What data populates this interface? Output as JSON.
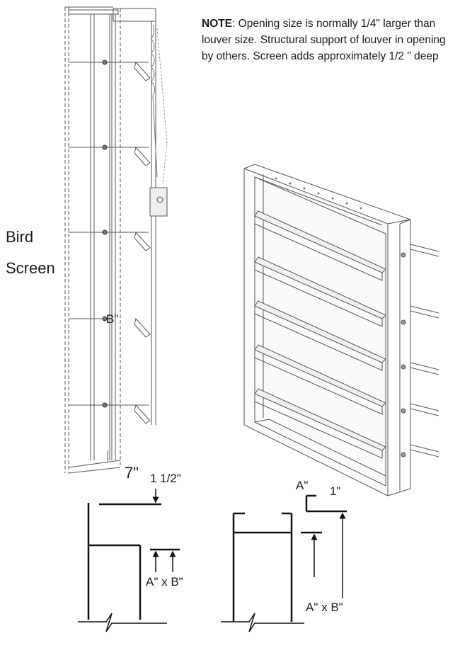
{
  "note": {
    "heading": "NOTE",
    "text": ": Opening size is normally 1/4\" larger than louver size. Structural support of louver in opening by others. Screen adds approximately 1/2 \" deep"
  },
  "side_view": {
    "screen_label_line1": "Bird",
    "screen_label_line2": "Screen",
    "height_label": "B\"",
    "depth_label": "7\""
  },
  "iso_view": {
    "width_label": "A\""
  },
  "detail_left": {
    "offset_label": "1 1/2\"",
    "size_label": "A\" x B\""
  },
  "detail_right": {
    "offset_label": "1\"",
    "size_label": "A\" x B\""
  }
}
